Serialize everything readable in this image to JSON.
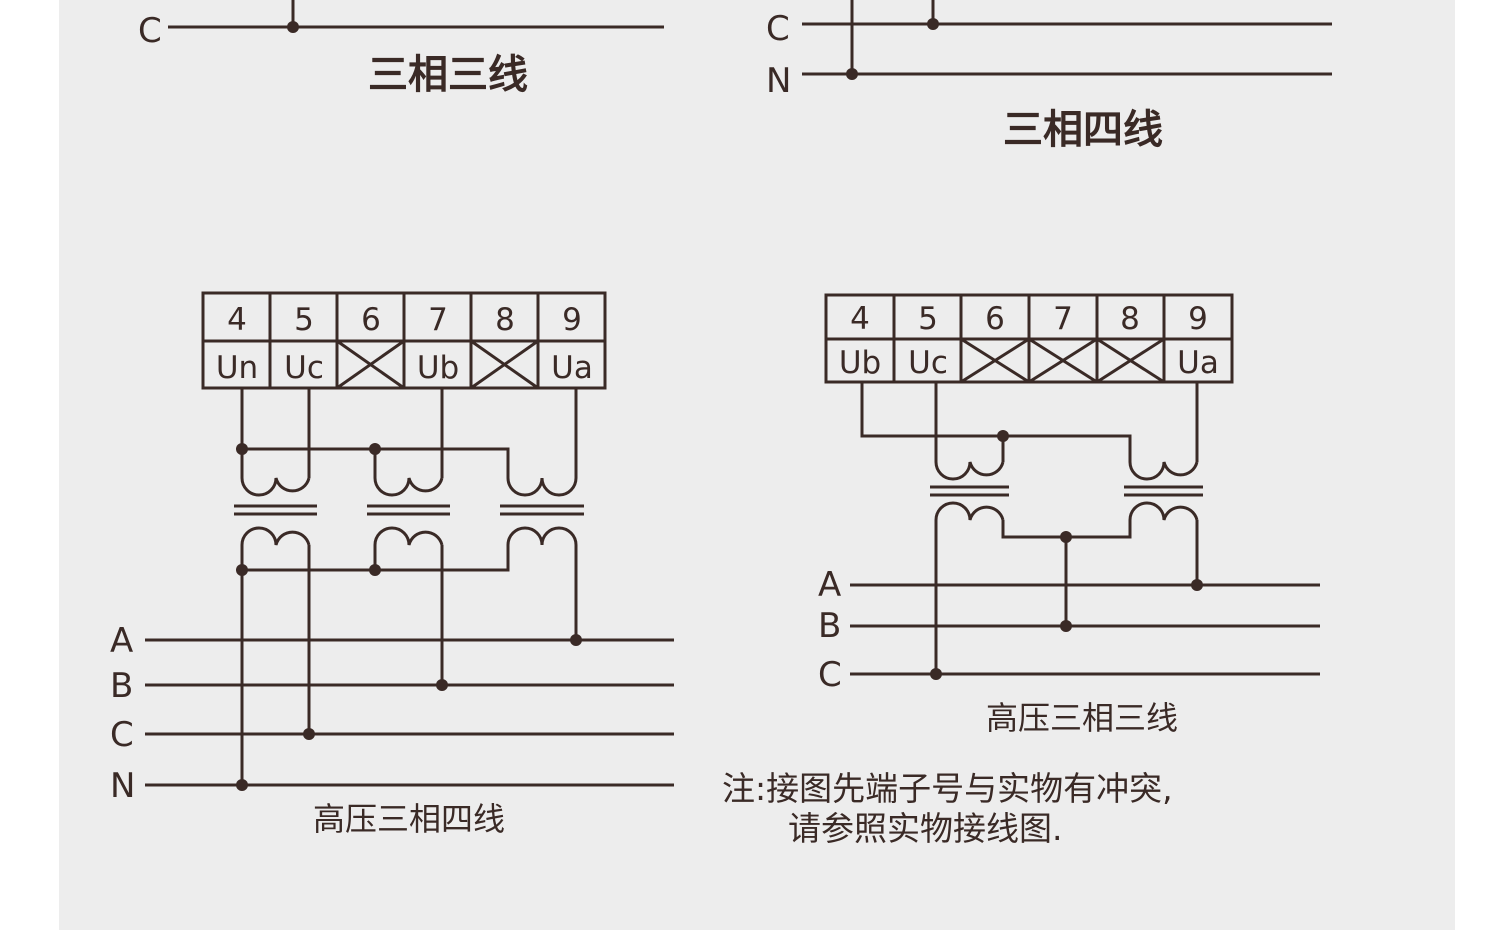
{
  "top_left": {
    "phase_label": "C",
    "caption": "三相三线"
  },
  "top_right": {
    "phase_labels": [
      "C",
      "N"
    ],
    "caption": "三相四线"
  },
  "diagram_4wire": {
    "terminal_numbers": [
      "4",
      "5",
      "6",
      "7",
      "8",
      "9"
    ],
    "terminal_labels": [
      "Un",
      "Uc",
      "",
      "Ub",
      "",
      "Ua"
    ],
    "phase_labels": [
      "A",
      "B",
      "C",
      "N"
    ],
    "caption": "高压三相四线"
  },
  "diagram_3wire": {
    "terminal_numbers": [
      "4",
      "5",
      "6",
      "7",
      "8",
      "9"
    ],
    "terminal_labels": [
      "Ub",
      "Uc",
      "",
      "",
      "",
      "Ua"
    ],
    "phase_labels": [
      "A",
      "B",
      "C"
    ],
    "caption": "高压三相三线"
  },
  "note": {
    "line1": "注:接图先端子号与实物有冲突,",
    "line2": "请参照实物接线图."
  }
}
